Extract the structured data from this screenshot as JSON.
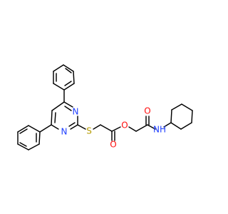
{
  "molecule": {
    "atom_labels": {
      "n_upper": "N",
      "n_lower": "N",
      "s_thioether": "S",
      "o_carbonyl_left": "O",
      "o_ester": "O",
      "o_carbonyl_right": "O",
      "nh_amide": "NH"
    },
    "colors": {
      "bond": "#000000",
      "nitrogen": "#1f3fff",
      "oxygen": "#ff0d0d",
      "sulfur": "#b59a00"
    }
  }
}
